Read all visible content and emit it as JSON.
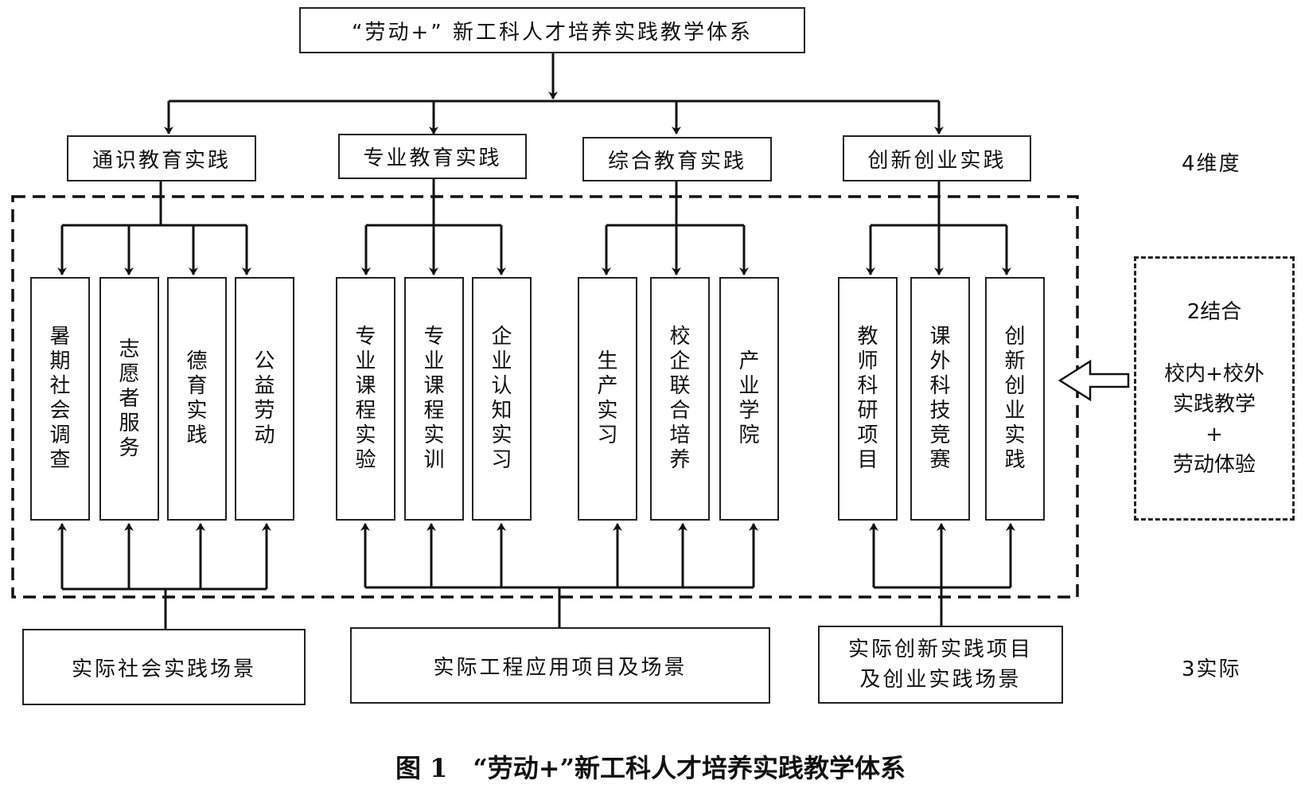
{
  "title": "“劳动+” 新工科人才培养实践教学体系",
  "dimensions": [
    "通识教育实践",
    "专业教育实践",
    "综合教育实践",
    "创新创业实践"
  ],
  "leaves": {
    "general": [
      "暑期社会调查",
      "志愿者服务",
      "德育实践",
      "公益劳动"
    ],
    "professional": [
      "专业课程实验",
      "专业课程实训",
      "企业认知实习"
    ],
    "comprehensive": [
      "生产实习",
      "校企联合培养",
      "产业学院"
    ],
    "innovation": [
      "教师科研项目",
      "课外科技竞赛",
      "创新创业实践"
    ]
  },
  "scenes": [
    "实际社会实践场景",
    "实际工程应用项目及场景",
    "实际创新实践项目\n及创业实践场景"
  ],
  "labels": {
    "dimension": "4维度",
    "combine": "2结合",
    "actual": "3实际"
  },
  "combine_text": [
    "校内+校外",
    "实践教学",
    "+",
    "劳动体验"
  ],
  "caption": "图 1　“劳动+”新工科人才培养实践教学体系"
}
